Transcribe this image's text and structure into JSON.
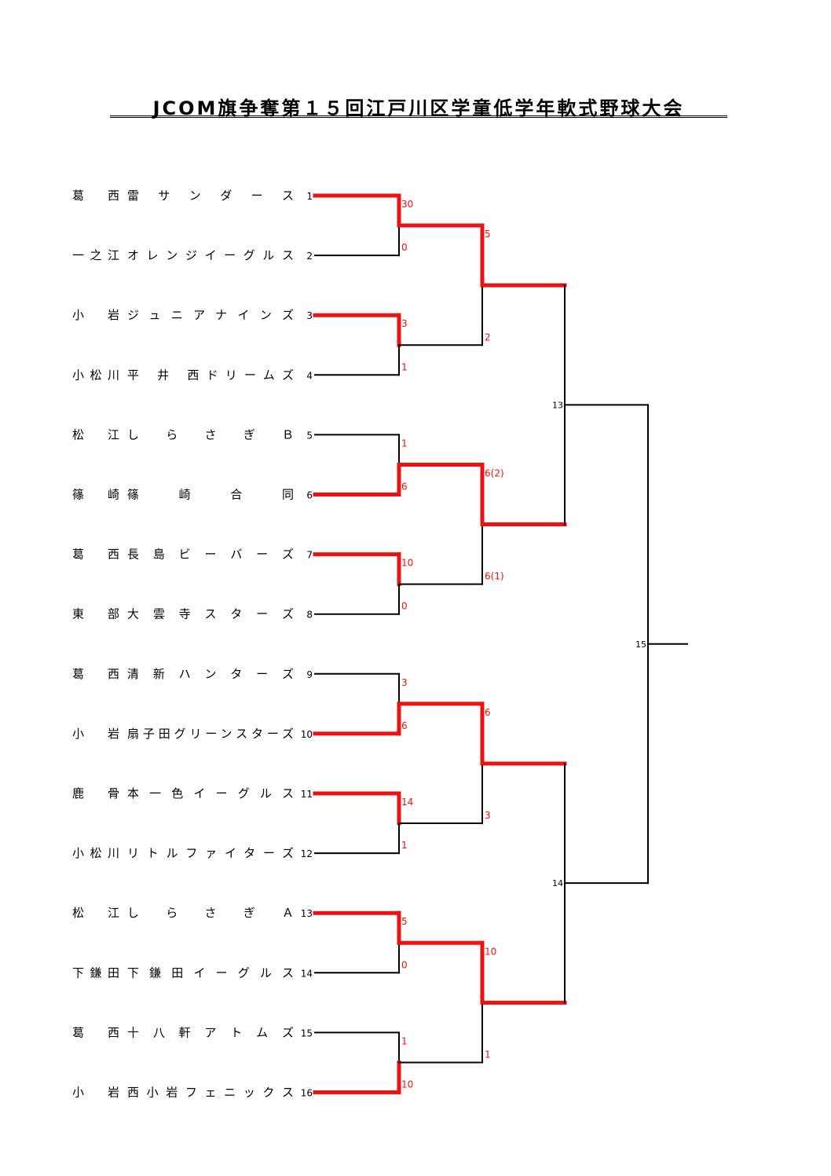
{
  "title": "JCOM旗争奪第１５回江戸川区学童低学年軟式野球大会",
  "colors": {
    "winner": "#ee1111",
    "line": "#000000"
  },
  "teams": [
    {
      "area": "葛　西",
      "name": "雷　サ　ン　ダ　ー　ス",
      "seed": "1"
    },
    {
      "area": "一之江",
      "name": "オレンジイーグルス",
      "seed": "2"
    },
    {
      "area": "小　岩",
      "name": "ジュニアナインズ",
      "seed": "3"
    },
    {
      "area": "小松川",
      "name": "平 井 西ドリームズ",
      "seed": "4"
    },
    {
      "area": "松　江",
      "name": "し　ら　さ　ぎ　Ｂ",
      "seed": "5"
    },
    {
      "area": "篠　崎",
      "name": "篠　崎　合　同",
      "seed": "6"
    },
    {
      "area": "葛　西",
      "name": "長 島 ビ ー バ ー ズ",
      "seed": "7"
    },
    {
      "area": "東　部",
      "name": "大 雲 寺 ス タ ー ズ",
      "seed": "8"
    },
    {
      "area": "葛　西",
      "name": "清 新 ハ ン タ ー ズ",
      "seed": "9"
    },
    {
      "area": "小　岩",
      "name": "扇子田グリーンスターズ",
      "seed": "10"
    },
    {
      "area": "鹿　骨",
      "name": "本 一 色 イ ー グ ル ス",
      "seed": "11"
    },
    {
      "area": "小松川",
      "name": "リトルファイターズ",
      "seed": "12"
    },
    {
      "area": "松　江",
      "name": "し　ら　さ　ぎ　Ａ",
      "seed": "13"
    },
    {
      "area": "下鎌田",
      "name": "下 鎌 田 イ ー グ ル ス",
      "seed": "14"
    },
    {
      "area": "葛　西",
      "name": "十 八 軒 ア ト ム ズ",
      "seed": "15"
    },
    {
      "area": "小　岩",
      "name": "西 小 岩 フ ェ ニ ッ ク ス",
      "seed": "16"
    }
  ],
  "round1": [
    {
      "scores": [
        "30",
        "0"
      ],
      "winner": 0
    },
    {
      "scores": [
        "3",
        "1"
      ],
      "winner": 0
    },
    {
      "scores": [
        "1",
        "6"
      ],
      "winner": 1
    },
    {
      "scores": [
        "10",
        "0"
      ],
      "winner": 0
    },
    {
      "scores": [
        "3",
        "6"
      ],
      "winner": 1
    },
    {
      "scores": [
        "14",
        "1"
      ],
      "winner": 0
    },
    {
      "scores": [
        "5",
        "0"
      ],
      "winner": 0
    },
    {
      "scores": [
        "1",
        "10"
      ],
      "winner": 1
    }
  ],
  "round2": [
    {
      "scores": [
        "5",
        "2"
      ],
      "winner": 0
    },
    {
      "scores": [
        "6(2)",
        "6(1)"
      ],
      "winner": 0
    },
    {
      "scores": [
        "6",
        "3"
      ],
      "winner": 0
    },
    {
      "scores": [
        "10",
        "1"
      ],
      "winner": 0
    }
  ],
  "semifinals": [
    {
      "match_no": "13"
    },
    {
      "match_no": "14"
    }
  ],
  "final": {
    "match_no": "15"
  }
}
